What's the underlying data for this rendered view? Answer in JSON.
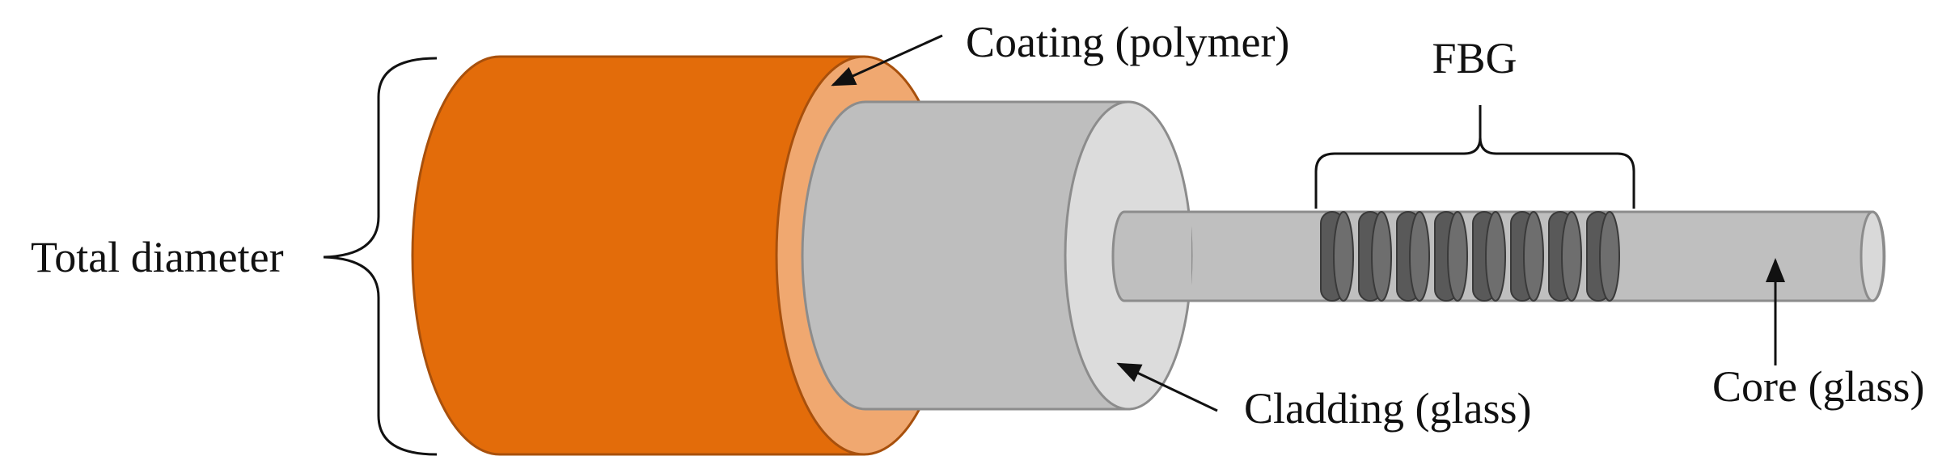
{
  "labels": {
    "total_diameter": "Total diameter",
    "coating": "Coating (polymer)",
    "cladding": "Cladding (glass)",
    "core": "Core (glass)",
    "fbg": "FBG"
  },
  "colors": {
    "coating_body": "#E36C0A",
    "coating_face": "#F0A870",
    "coating_edge": "#A8500C",
    "cladding_body": "#BEBEBE",
    "cladding_face": "#DCDCDC",
    "core_body": "#BFBFBF",
    "core_face": "#D9D9D9",
    "grating_ring": "#595959",
    "outline": "#8C8C8C",
    "ink": "#111111"
  }
}
